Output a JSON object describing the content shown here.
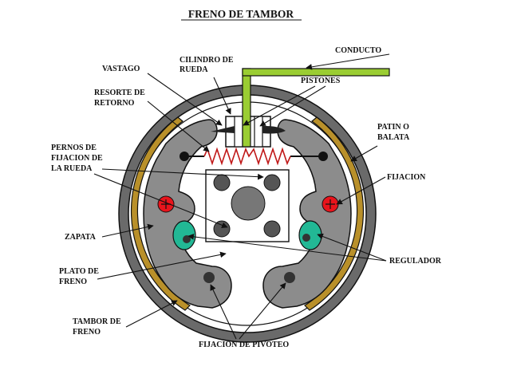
{
  "title": "FRENO DE TAMBOR",
  "labels": {
    "conducto": "CONDUCTO",
    "vastago": "VASTAGO",
    "cilindro_1": "CILINDRO DE",
    "cilindro_2": "RUEDA",
    "pistones": "PISTONES",
    "resorte_1": "RESORTE DE",
    "resorte_2": "RETORNO",
    "patin_1": "PATIN O",
    "patin_2": "BALATA",
    "pernos_1": "PERNOS DE",
    "pernos_2": "FIJACION DE",
    "pernos_3": "LA RUEDA",
    "fijacion": "FIJACION",
    "zapata": "ZAPATA",
    "regulador": "REGULADOR",
    "plato_1": "PLATO DE",
    "plato_2": "FRENO",
    "tambor_1": "TAMBOR DE",
    "tambor_2": "FRENO",
    "pivoteo": "FIJACION DE PIVOTEO"
  },
  "colors": {
    "drum": "#6a6a6a",
    "plate": "#ffffff",
    "shoe": "#8c8c8c",
    "lining": "#b9902a",
    "pipe": "#9acd32",
    "fixing_pin": "#e8141c",
    "adjuster": "#22b895",
    "bolt": "#555555",
    "line": "#111111"
  }
}
